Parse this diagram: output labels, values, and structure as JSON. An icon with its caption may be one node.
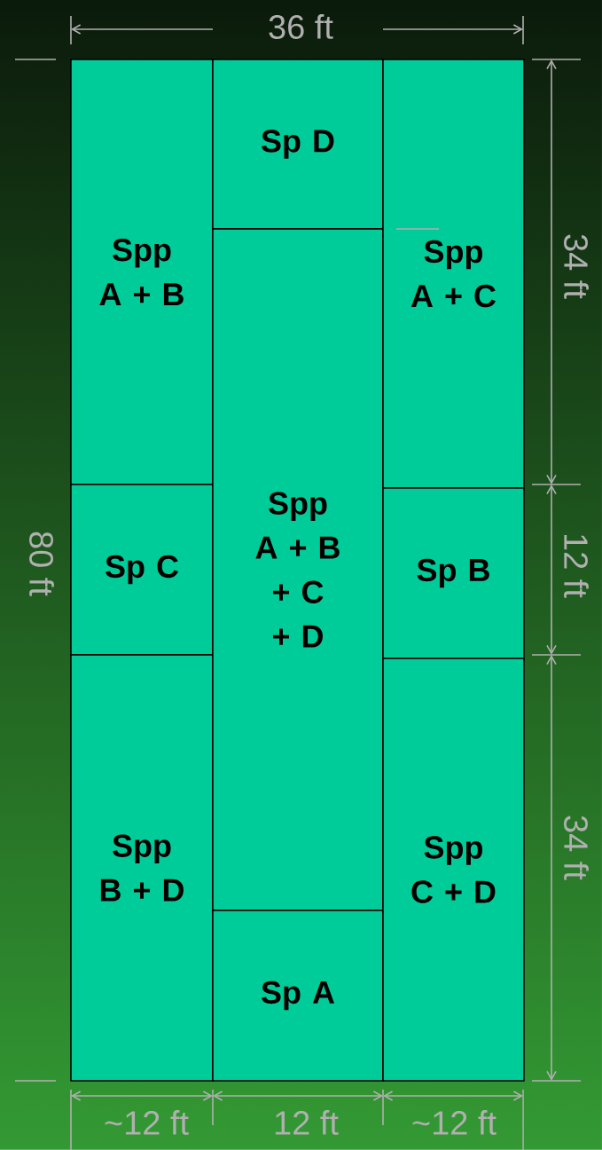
{
  "diagram": {
    "nodes": [
      {
        "text": [
          "Spp A + B"
        ]
      },
      {
        "text": [
          "Sp C"
        ]
      },
      {
        "text": [
          "Spp B + D"
        ]
      },
      {
        "text": [
          "Sp D"
        ]
      },
      {
        "text": [
          "Spp A + B + C + D"
        ]
      },
      {
        "text": [
          "Sp A"
        ]
      },
      {
        "text": [
          "Spp A + C"
        ]
      },
      {
        "text": [
          "Sp B"
        ]
      },
      {
        "text": [
          "Spp C + D"
        ]
      }
    ],
    "labels": [
      "36 ft",
      "80 ft",
      "34 ft",
      "12 ft",
      "34 ft",
      "~12 ft",
      "12 ft",
      "~12 ft"
    ]
  }
}
